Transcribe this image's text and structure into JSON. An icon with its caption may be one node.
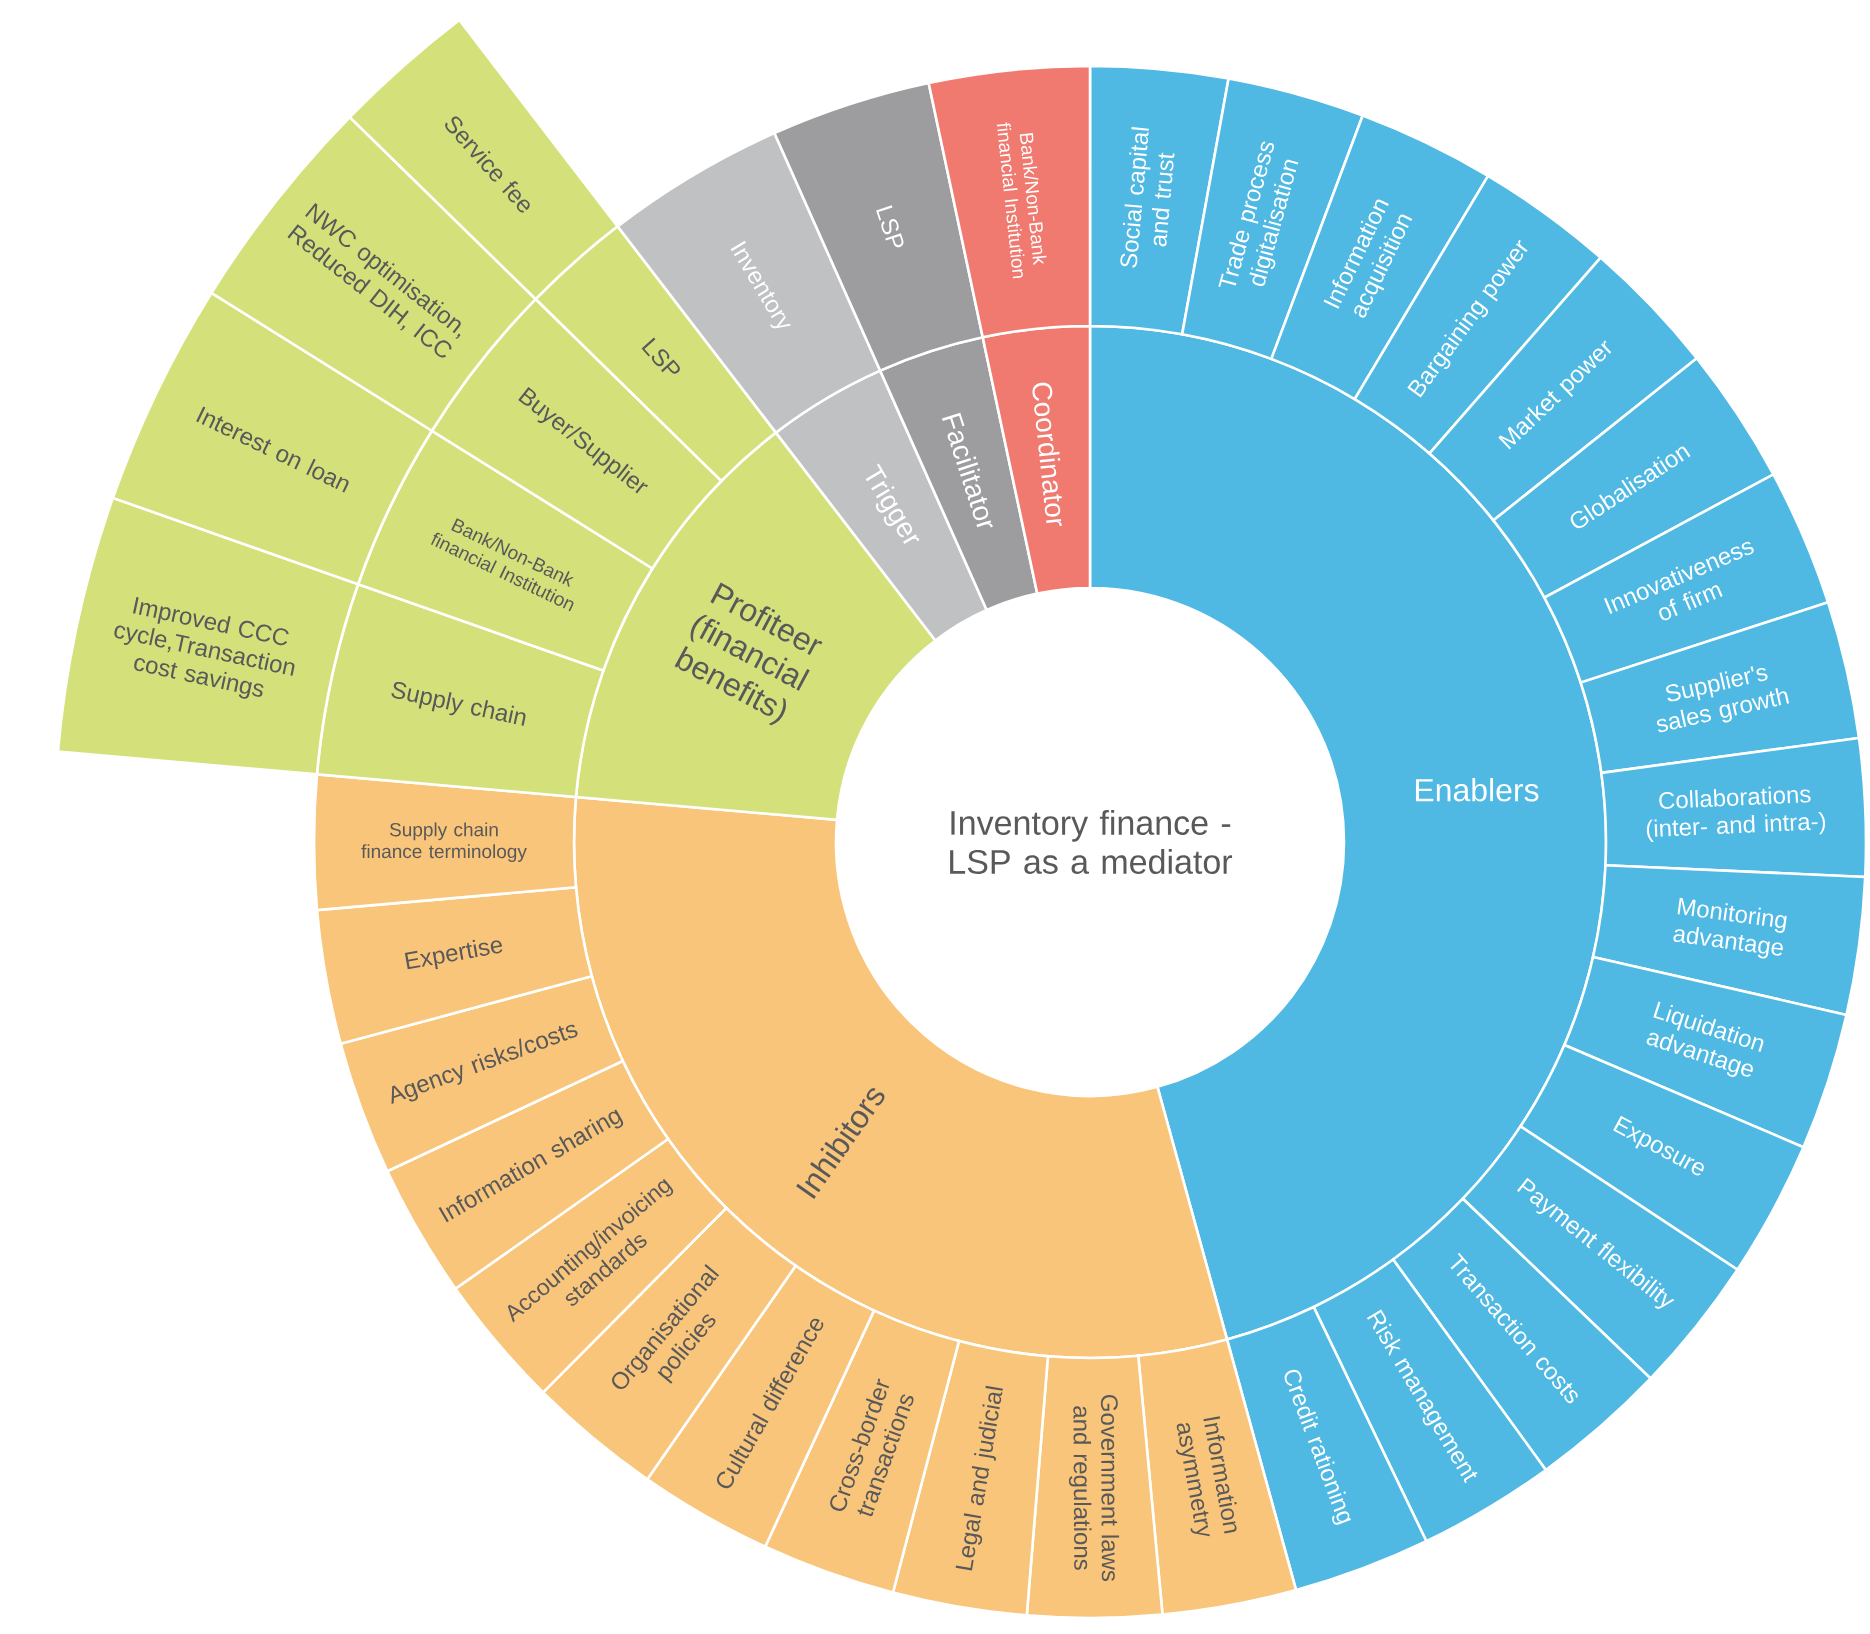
{
  "diagram": {
    "nodes": [
      {
        "text": [
          "Inventory finance - LSP as a mediator"
        ]
      },
      {
        "text": [
          "Enablers"
        ]
      },
      {
        "text": [
          "Social capital and trust"
        ]
      },
      {
        "text": [
          "Trade process digitalisation"
        ]
      },
      {
        "text": [
          "Information acquisition"
        ]
      },
      {
        "text": [
          "Bargaining power"
        ]
      },
      {
        "text": [
          "Market power"
        ]
      },
      {
        "text": [
          "Globalisation"
        ]
      },
      {
        "text": [
          "Innovativeness of firm"
        ]
      },
      {
        "text": [
          "Supplier's sales growth"
        ]
      },
      {
        "text": [
          "Collaborations (inter- and intra-)"
        ]
      },
      {
        "text": [
          "Monitoring advantage"
        ]
      },
      {
        "text": [
          "Liquidation advantage"
        ]
      },
      {
        "text": [
          "Exposure"
        ]
      },
      {
        "text": [
          "Payment flexibility"
        ]
      },
      {
        "text": [
          "Transaction costs"
        ]
      },
      {
        "text": [
          "Risk management"
        ]
      },
      {
        "text": [
          "Credit rationing"
        ]
      },
      {
        "text": [
          "Inhibitors"
        ]
      },
      {
        "text": [
          "Information asymmetry"
        ]
      },
      {
        "text": [
          "Government laws and regulations"
        ]
      },
      {
        "text": [
          "Legal and judicial"
        ]
      },
      {
        "text": [
          "Cross-border transactions"
        ]
      },
      {
        "text": [
          "Cultural difference"
        ]
      },
      {
        "text": [
          "Organisational policies"
        ]
      },
      {
        "text": [
          "Accounting/invoicing standards"
        ]
      },
      {
        "text": [
          "Information sharing"
        ]
      },
      {
        "text": [
          "Agency risks/costs"
        ]
      },
      {
        "text": [
          "Expertise"
        ]
      },
      {
        "text": [
          "Supply chain finance terminology"
        ]
      },
      {
        "text": [
          "Profiteer (financial benefits)"
        ]
      },
      {
        "text": [
          "Supply chain"
        ]
      },
      {
        "text": [
          "Improved CCC cycle,Transaction cost savings"
        ]
      },
      {
        "text": [
          "Bank/Non-Bank financial Institution"
        ]
      },
      {
        "text": [
          "Interest on loan"
        ]
      },
      {
        "text": [
          "Buyer/Supplier"
        ]
      },
      {
        "text": [
          "NWC optimisation, Reduced DIH, ICC"
        ]
      },
      {
        "text": [
          "LSP"
        ]
      },
      {
        "text": [
          "Service fee"
        ]
      },
      {
        "text": [
          "Trigger"
        ]
      },
      {
        "text": [
          "Inventory"
        ]
      },
      {
        "text": [
          "Facilitator"
        ]
      },
      {
        "text": [
          "LSP"
        ]
      },
      {
        "text": [
          "Coordinator"
        ]
      },
      {
        "text": [
          "Bank/Non-Bank financial Institution"
        ]
      }
    ]
  }
}
